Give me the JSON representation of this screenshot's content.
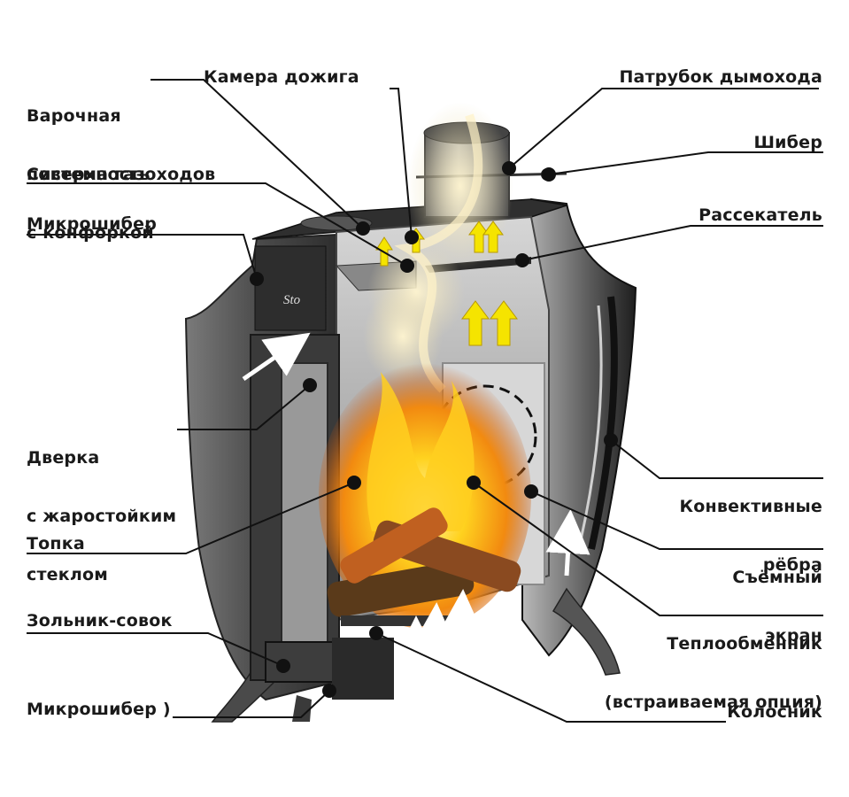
{
  "colors": {
    "stove_dark": "#3d3d3d",
    "stove_mid": "#6b6b6b",
    "stove_light": "#a8a8a8",
    "interior": "#cfcfcf",
    "flame_yellow": "#ffd21f",
    "flame_orange": "#f28a10",
    "leader": "#111111",
    "arrow_yellow": "#f5e400"
  },
  "brand_mark": "Sto",
  "labels": {
    "cooktop": [
      "Варочная",
      "поверхность",
      "с конфоркой"
    ],
    "afterburn": "Камера дожига",
    "chimney": "Патрубок дымохода",
    "damper": "Шибер",
    "flue": "Система газоходов",
    "splitter": "Рассекатель",
    "microdamper_top": "Микрошибер",
    "door": [
      "Дверка",
      "с жаростойким",
      "стеклом"
    ],
    "convective": [
      "Конвективные",
      "рёбра"
    ],
    "firebox": "Топка",
    "screen": [
      "Съёмный",
      "экран"
    ],
    "heat_exchanger": [
      "Теплообменник",
      "(встраиваемая опция)"
    ],
    "ash": "Зольник-совок",
    "microdamper_bottom": "Микрошибер )",
    "grate": "Колосник"
  }
}
